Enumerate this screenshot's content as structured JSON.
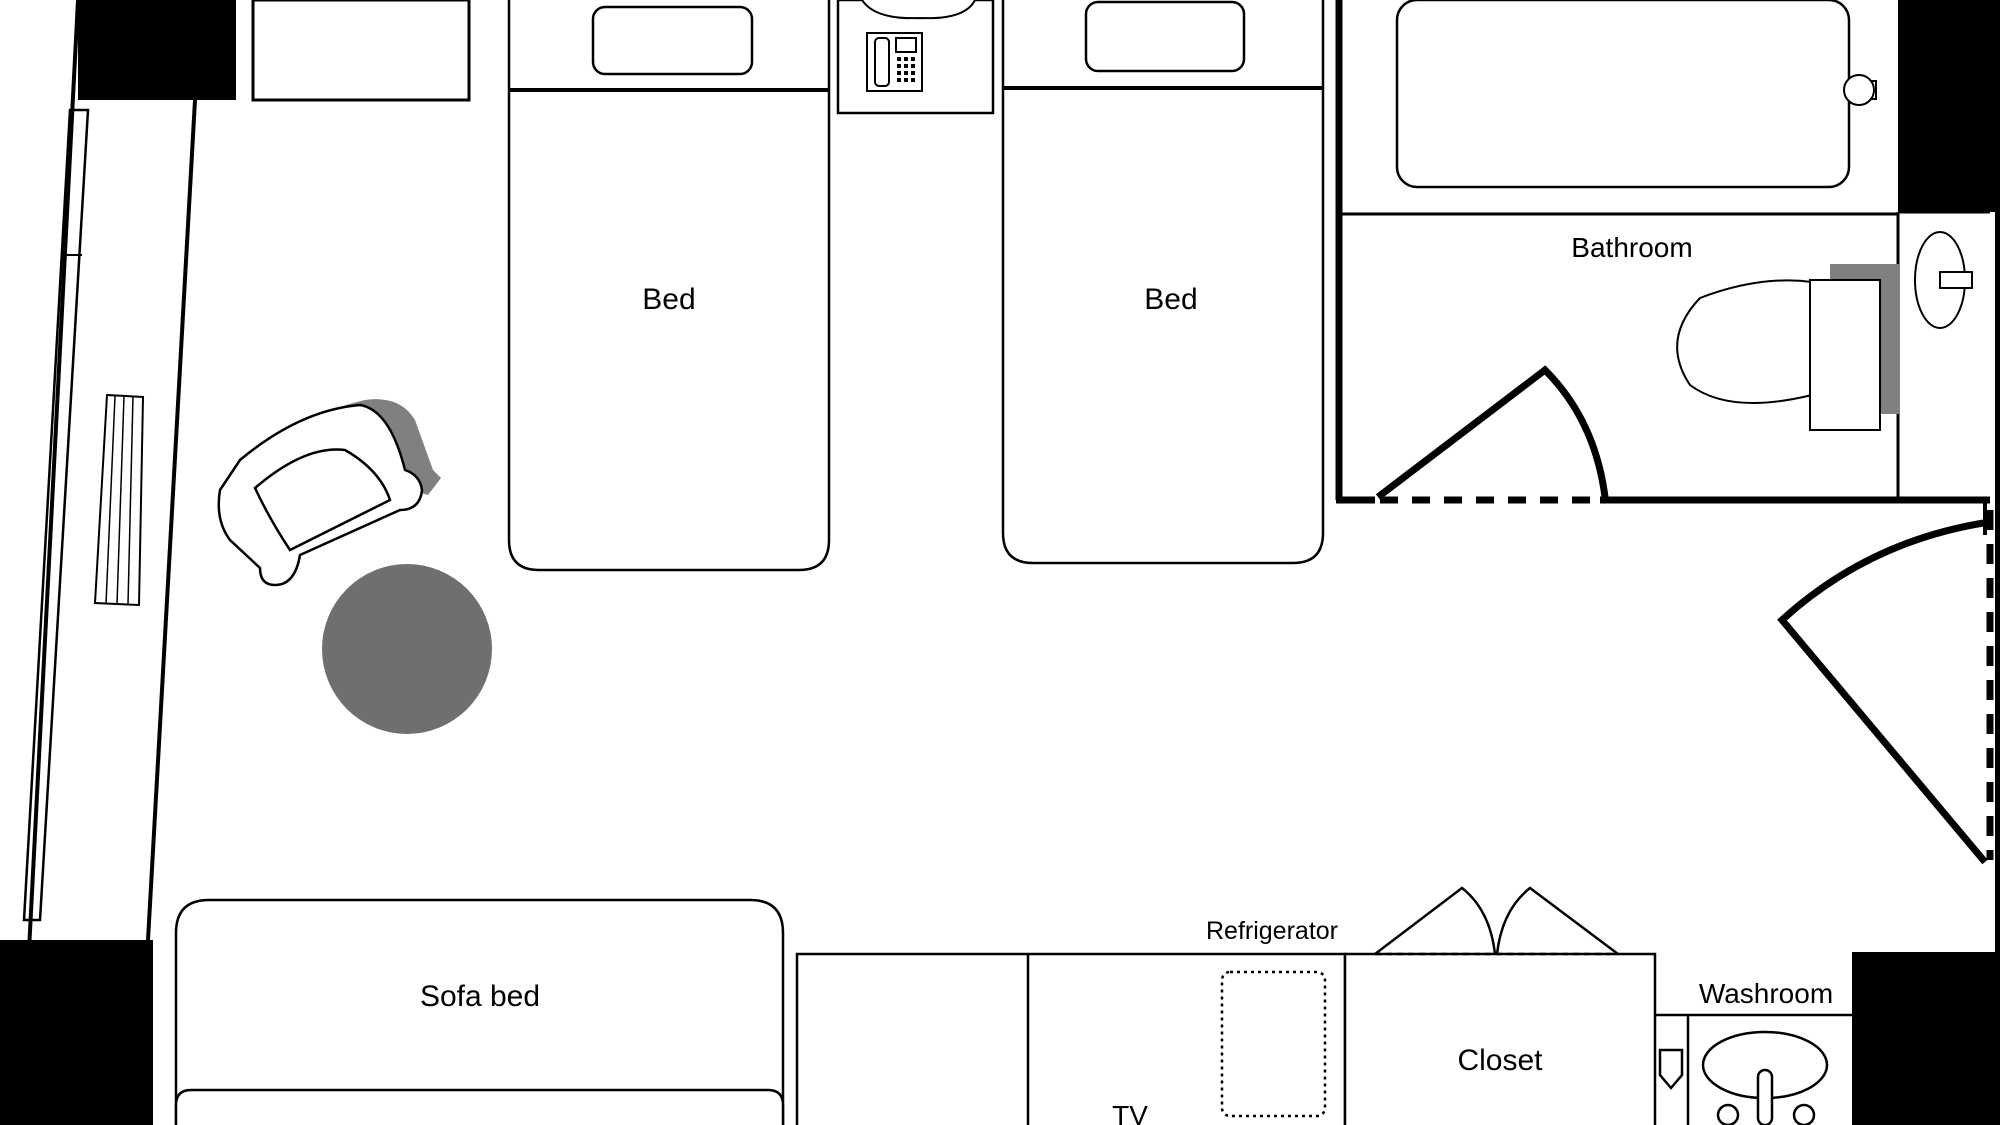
{
  "labels": {
    "bed_left": "Bed",
    "bed_right": "Bed",
    "bathroom": "Bathroom",
    "sofa_bed": "Sofa bed",
    "refrigerator": "Refrigerator",
    "closet": "Closet",
    "washroom": "Washroom",
    "tv": "TV"
  },
  "colors": {
    "wall": "#000000",
    "line": "#000000",
    "fill": "#ffffff",
    "shadow": "#808080",
    "table": "#6f6f6f"
  },
  "icons": {
    "telephone": "telephone-icon",
    "sink": "sink-icon",
    "toilet": "toilet-icon"
  }
}
